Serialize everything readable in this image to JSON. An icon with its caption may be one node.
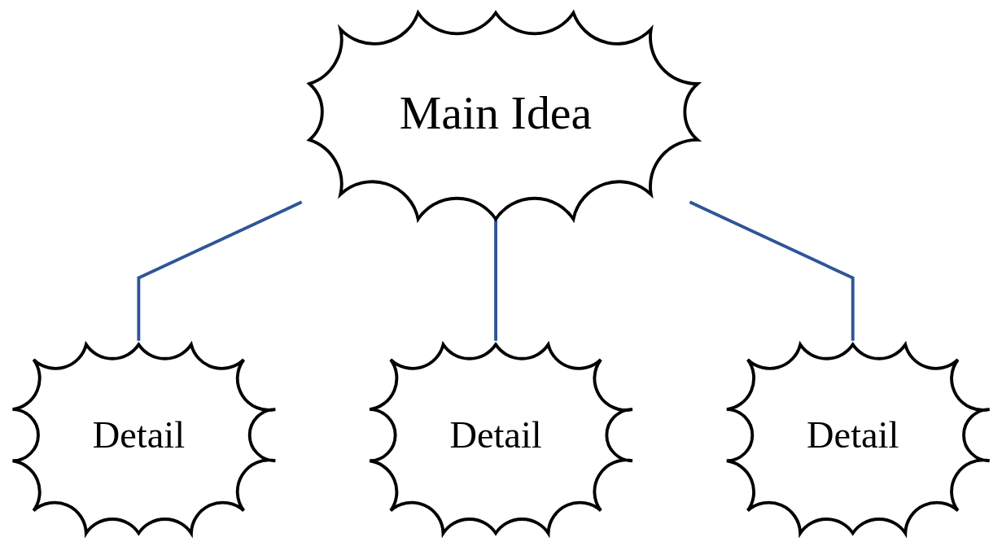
{
  "diagram": {
    "nodes": [
      {
        "text": [
          "Main Idea"
        ]
      },
      {
        "text": [
          "Detail"
        ]
      },
      {
        "text": [
          "Detail"
        ]
      },
      {
        "text": [
          "Detail"
        ]
      }
    ],
    "edges": [
      {
        "from": 0,
        "to": 1,
        "arrow": "none"
      },
      {
        "from": 0,
        "to": 2,
        "arrow": "none"
      },
      {
        "from": 0,
        "to": 3,
        "arrow": "none"
      }
    ]
  }
}
